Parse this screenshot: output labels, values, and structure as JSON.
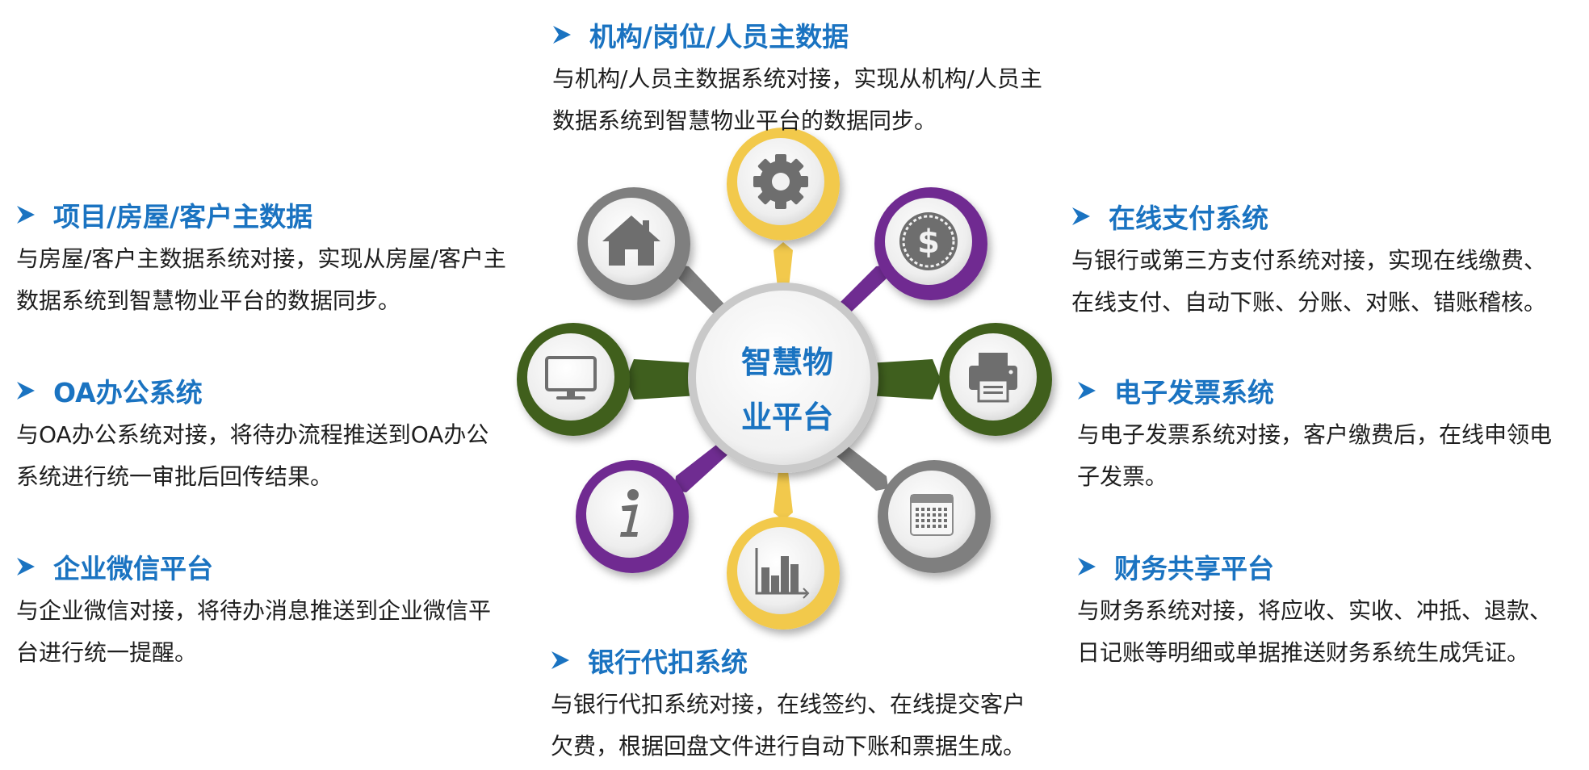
{
  "center": {
    "line1": "智慧物",
    "line2": "业平台"
  },
  "nodes": [
    {
      "key": "gear",
      "ring": "#f2c94c",
      "icon": "gear-icon"
    },
    {
      "key": "dollar",
      "ring": "#6f2c91",
      "icon": "dollar-icon"
    },
    {
      "key": "printer",
      "ring": "#3f5f1e",
      "icon": "printer-icon"
    },
    {
      "key": "calendar",
      "ring": "#7f7f7f",
      "icon": "calendar-icon"
    },
    {
      "key": "chart",
      "ring": "#f2c94c",
      "icon": "bar-chart-icon"
    },
    {
      "key": "info",
      "ring": "#6f2c91",
      "icon": "info-icon"
    },
    {
      "key": "monitor",
      "ring": "#3f5f1e",
      "icon": "monitor-icon"
    },
    {
      "key": "house",
      "ring": "#7f7f7f",
      "icon": "house-icon"
    }
  ],
  "sections": {
    "org_data": {
      "title": "机构/岗位/人员主数据",
      "line1": "与机构/人员主数据系统对接，实现从机构/人员主",
      "line2": "数据系统到智慧物业平台的数据同步。"
    },
    "project_data": {
      "title": "项目/房屋/客户主数据",
      "line1": "与房屋/客户主数据系统对接，实现从房屋/客户主",
      "line2": "数据系统到智慧物业平台的数据同步。"
    },
    "oa_system": {
      "title": "OA办公系统",
      "line1": "与OA办公系统对接，将待办流程推送到OA办公",
      "line2": "系统进行统一审批后回传结果。"
    },
    "wechat_platform": {
      "title": "企业微信平台",
      "line1": "与企业微信对接，将待办消息推送到企业微信平",
      "line2": "台进行统一提醒。"
    },
    "bank_deduction": {
      "title": "银行代扣系统",
      "line1": "与银行代扣系统对接，在线签约、在线提交客户",
      "line2": "欠费，根据回盘文件进行自动下账和票据生成。"
    },
    "online_payment": {
      "title": "在线支付系统",
      "line1": "与银行或第三方支付系统对接，实现在线缴费、",
      "line2": "在线支付、自动下账、分账、对账、错账稽核。"
    },
    "e_invoice": {
      "title": "电子发票系统",
      "line1": "与电子发票系统对接，客户缴费后，在线申领电",
      "line2": "子发票。"
    },
    "finance_sharing": {
      "title": "财务共享平台",
      "line1": "与财务系统对接，将应收、实收、冲抵、退款、",
      "line2": "日记账等明细或单据推送财务系统生成凭证。"
    }
  }
}
